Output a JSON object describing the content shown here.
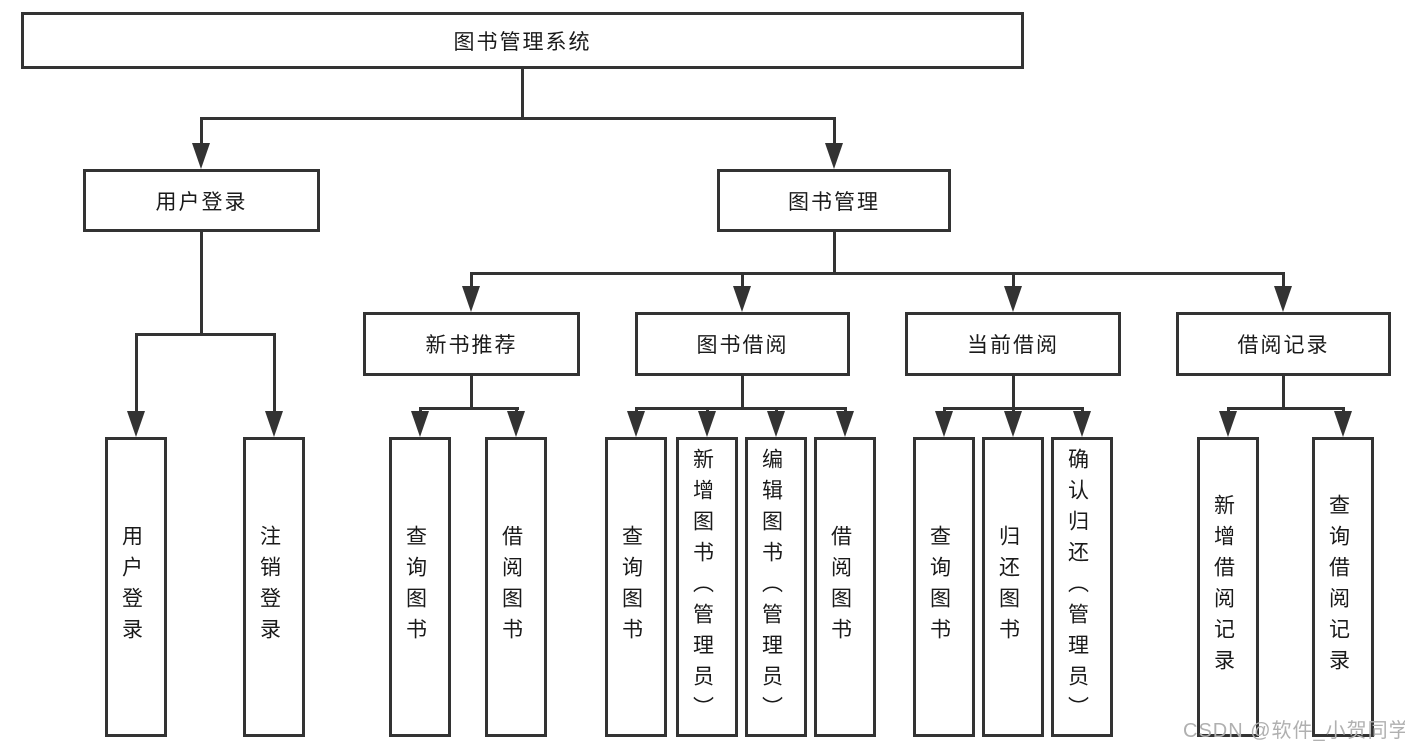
{
  "colors": {
    "background": "#ffffff",
    "line": "#333333",
    "box_border": "#333333",
    "text": "#1a1a1a",
    "watermark": "#b0b0b0"
  },
  "nodes": {
    "root": {
      "label": "图书管理系统"
    },
    "level2": [
      {
        "label": "用户登录"
      },
      {
        "label": "图书管理"
      }
    ],
    "level3": [
      {
        "label": "新书推荐"
      },
      {
        "label": "图书借阅"
      },
      {
        "label": "当前借阅"
      },
      {
        "label": "借阅记录"
      }
    ],
    "leaves": [
      {
        "label": "用户登录"
      },
      {
        "label": "注销登录"
      },
      {
        "label": "查询图书"
      },
      {
        "label": "借阅图书"
      },
      {
        "label": "查询图书"
      },
      {
        "label": "新增图书（管理员）"
      },
      {
        "label": "编辑图书（管理员）"
      },
      {
        "label": "借阅图书"
      },
      {
        "label": "查询图书"
      },
      {
        "label": "归还图书"
      },
      {
        "label": "确认归还（管理员）"
      },
      {
        "label": "新增借阅记录"
      },
      {
        "label": "查询借阅记录"
      }
    ]
  },
  "watermark": {
    "text": "CSDN @软件_小贺同学"
  }
}
